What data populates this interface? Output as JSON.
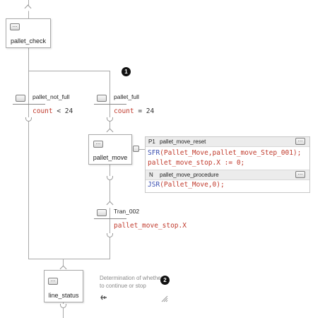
{
  "steps": {
    "pallet_check": {
      "label": "pallet_check"
    },
    "pallet_move": {
      "label": "pallet_move"
    },
    "line_status": {
      "label": "line_status"
    }
  },
  "transitions": {
    "pallet_not_full": {
      "name": "pallet_not_full",
      "condition_var": "count",
      "condition_rest": " < 24"
    },
    "pallet_full": {
      "name": "pallet_full",
      "condition_var": "count",
      "condition_rest": " = 24"
    },
    "tran_002": {
      "name": "Tran_002",
      "condition": "pallet_move_stop.X"
    }
  },
  "actions": [
    {
      "qualifier": "P1",
      "name": "pallet_move_reset",
      "line1_kw": "SFR",
      "line1_rest": "(Pallet_Move,pallet_move_Step_001);",
      "line2": "pallet_move_stop.X := 0;"
    },
    {
      "qualifier": "N",
      "name": "pallet_move_procedure",
      "line1_kw": "JSR",
      "line1_rest": "(Pallet_Move,0);"
    }
  ],
  "callouts": [
    "1",
    "2"
  ],
  "note": {
    "line1": "Determination of whether",
    "line2": "to continue or stop"
  },
  "buttons": {
    "ellipsis": "..."
  },
  "colors": {
    "code_text": "#c0392b",
    "keyword": "#3a4fb0",
    "wire": "#a8a8a8"
  }
}
